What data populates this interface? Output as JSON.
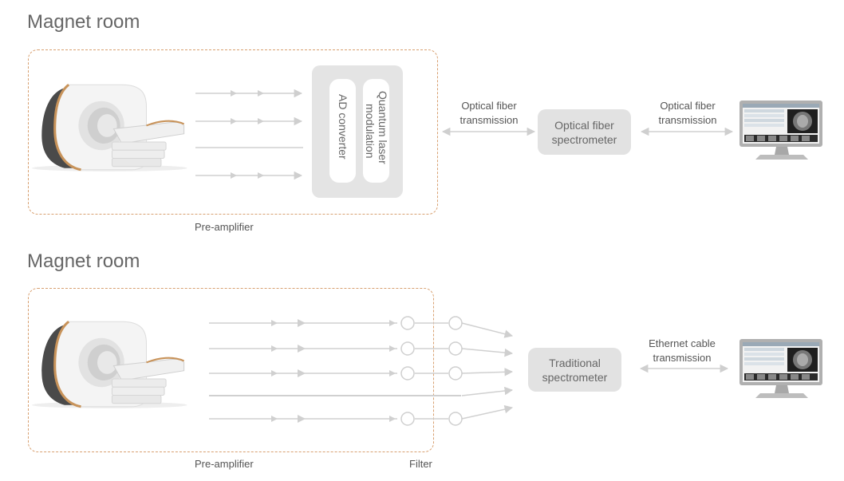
{
  "top": {
    "heading": "Magnet room",
    "preamp_label": "Pre-amplifier",
    "ad_converter": "AD converter",
    "quantum_line1": "Quantum laser",
    "quantum_line2": "modulation",
    "link1_line1": "Optical fiber",
    "link1_line2": "transmission",
    "spectrometer_line1": "Optical fiber",
    "spectrometer_line2": "spectrometer",
    "link2_line1": "Optical fiber",
    "link2_line2": "transmission"
  },
  "bottom": {
    "heading": "Magnet room",
    "preamp_label": "Pre-amplifier",
    "filter_label": "Filter",
    "spectrometer_line1": "Traditional",
    "spectrometer_line2": "spectrometer",
    "link_line1": "Ethernet cable",
    "link_line2": "transmission"
  },
  "colors": {
    "room_border": "#d8a070",
    "arrow": "#d0d0d0",
    "box": "#e4e4e4",
    "mri_accent": "#c8935a"
  },
  "icons": [
    "mri-scanner-icon",
    "monitor-icon"
  ]
}
